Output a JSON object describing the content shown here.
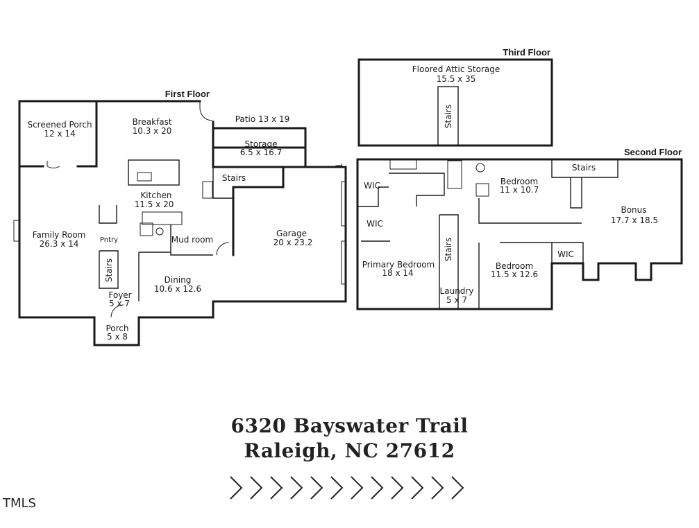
{
  "floors": {
    "first": "First Floor",
    "second": "Second Floor",
    "third": "Third Floor"
  },
  "rooms": {
    "screened_porch": [
      "Screened Porch",
      "12 x 14"
    ],
    "breakfast": [
      "Breakfast",
      "10.3 x 20"
    ],
    "patio": "Patio 13 x 19",
    "storage": [
      "Storage",
      "6.5 x 16.7"
    ],
    "stairs_first_garage": "Stairs",
    "kitchen": [
      "Kitchen",
      "11.5 x 20"
    ],
    "family_room": [
      "Family Room",
      "26.3 x 14"
    ],
    "pantry": "Pntry",
    "mud_room": "Mud room",
    "garage": [
      "Garage",
      "20 x 23.2"
    ],
    "stairs_first": "Stairs",
    "dining": [
      "Dining",
      "10.6 x 12.6"
    ],
    "foyer": [
      "Foyer",
      "5 x 7"
    ],
    "porch": [
      "Porch",
      "5 x 8"
    ],
    "attic": [
      "Floored Attic Storage",
      "15.5 x 35"
    ],
    "stairs_attic": "Stairs",
    "wic_1": "WIC",
    "wic_2": "WIC",
    "bedroom_1": [
      "Bedroom",
      "11 x 10.7"
    ],
    "stairs_second_top": "Stairs",
    "bonus": [
      "Bonus",
      "17.7 x 18.5"
    ],
    "stairs_second": "Stairs",
    "primary_bedroom": [
      "Primary Bedroom",
      "18 x 14"
    ],
    "laundry": [
      "Laundry",
      "5 x 7"
    ],
    "bedroom_2": [
      "Bedroom",
      "11.5 x 12.6"
    ],
    "wic_3": "WIC"
  },
  "address": {
    "line1": "6320 Bayswater Trail",
    "line2": "Raleigh, NC 27612"
  },
  "brand": "TMLS"
}
